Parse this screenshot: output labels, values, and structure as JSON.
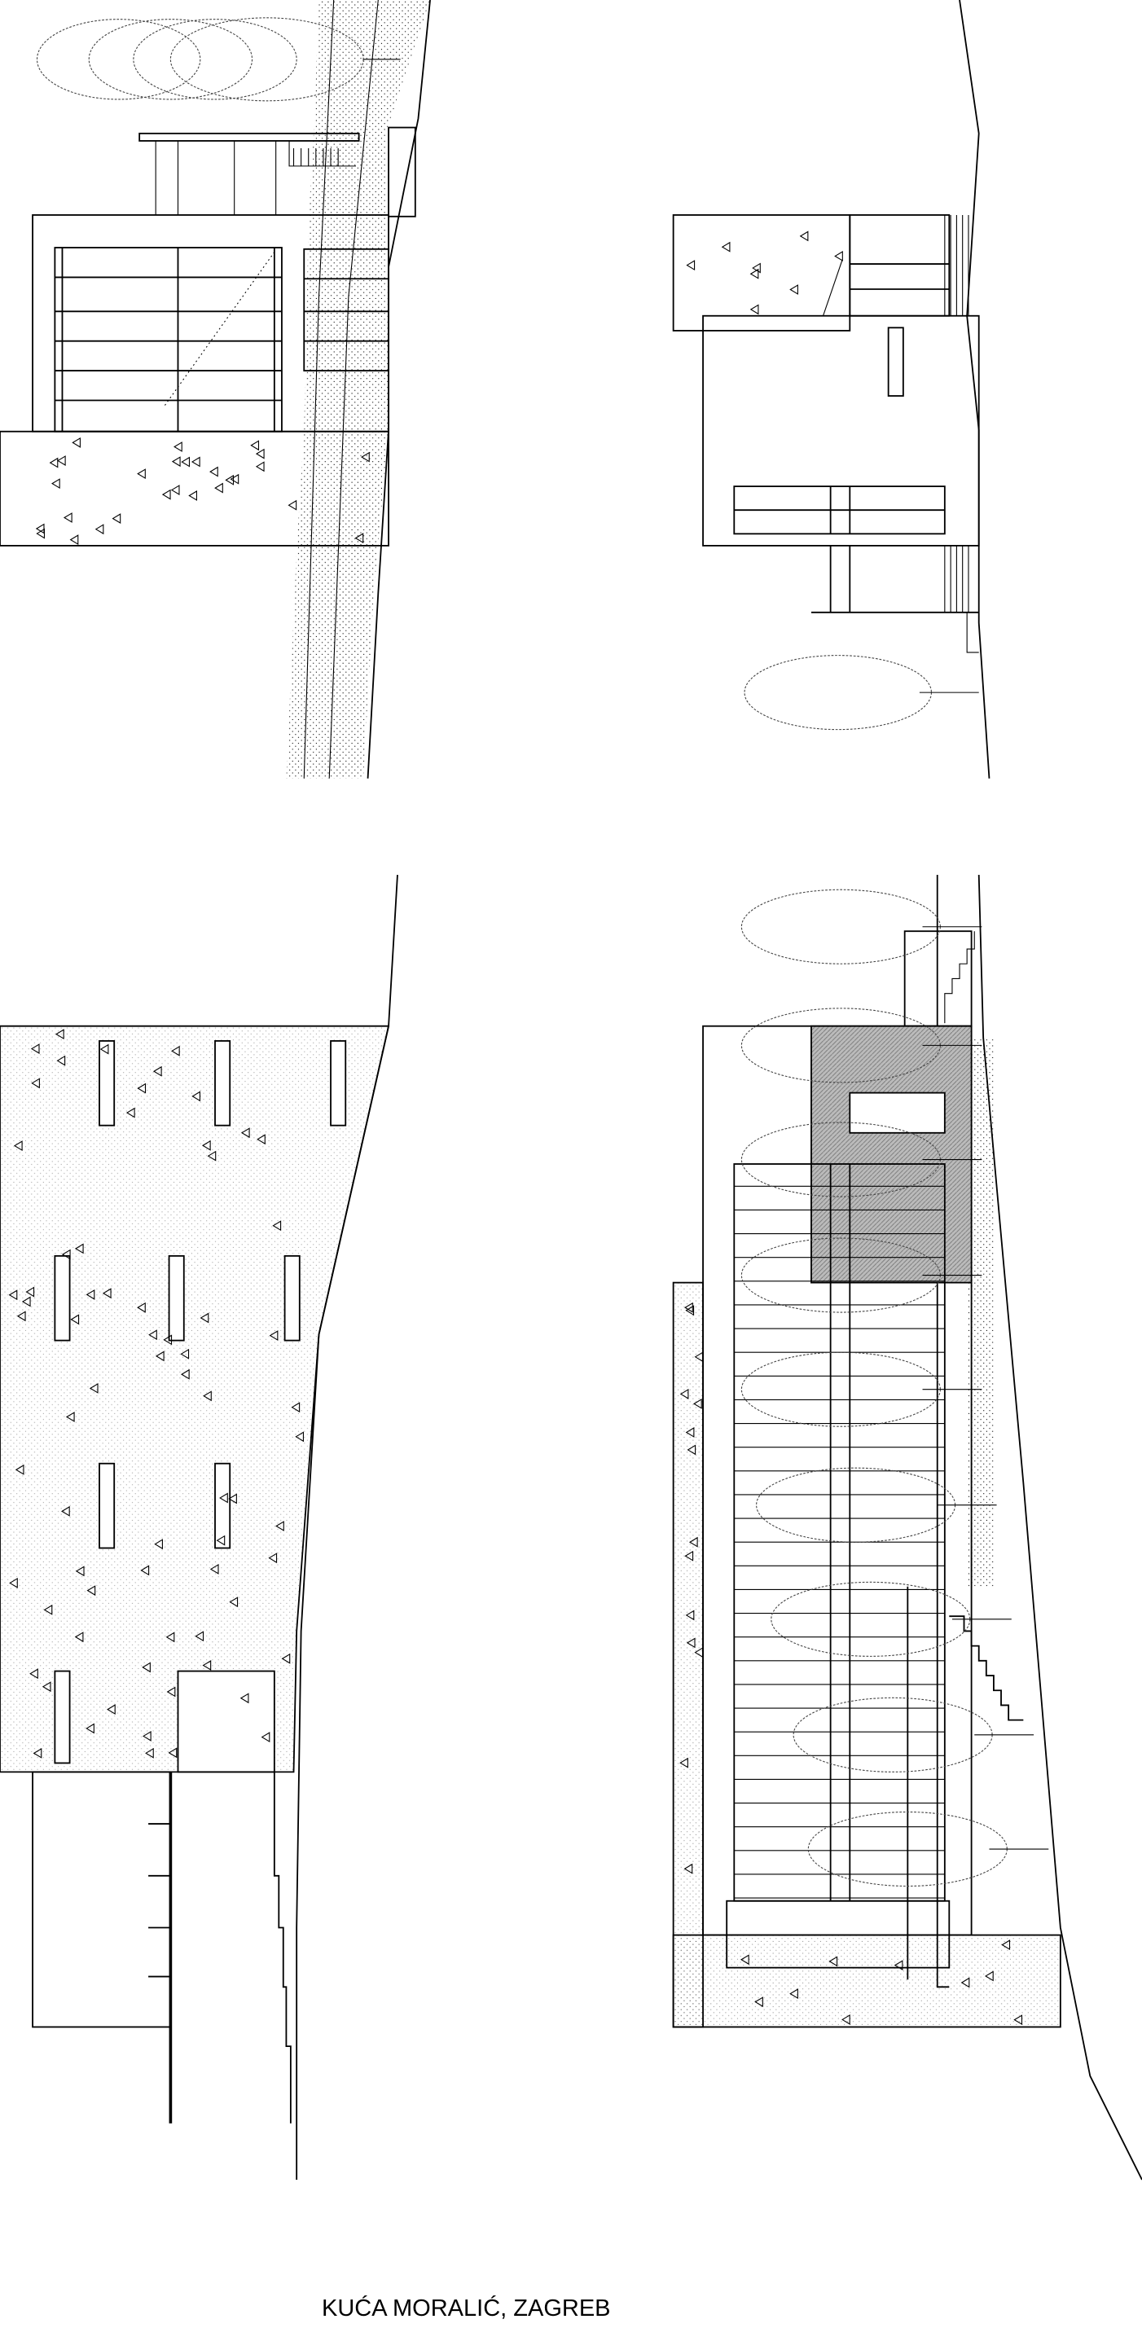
{
  "title": "KUĆA MORALIĆ, ZAGREB",
  "drawings": [
    "elevation-top-left",
    "elevation-top-right",
    "elevation-bottom-left",
    "elevation-bottom-right"
  ]
}
